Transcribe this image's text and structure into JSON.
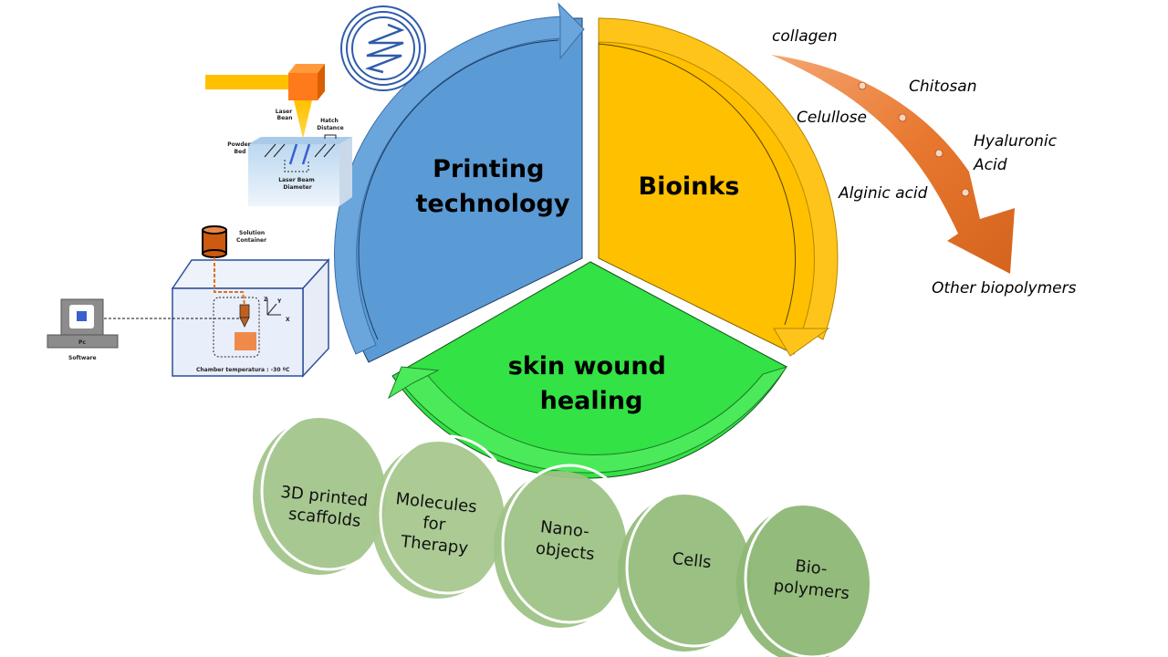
{
  "title": "3D bioprinting for skin wound healing",
  "colors": {
    "printing": "#5b9bd5",
    "bioinks": "#ffc000",
    "healing": "#33e244",
    "polymer_arrow": "#e46c21",
    "circles": "#9dc383",
    "outline": "#2e5caa"
  },
  "cycle": {
    "segments": [
      {
        "label_lines": [
          "Printing",
          "technology"
        ]
      },
      {
        "label_lines": [
          "Bioinks"
        ]
      },
      {
        "label_lines": [
          "skin wound",
          "healing"
        ]
      }
    ]
  },
  "biopolymers": {
    "items": [
      {
        "label": "collagen"
      },
      {
        "label": "Chitosan"
      },
      {
        "label": "Celullose"
      },
      {
        "label": "Hyaluronic Acid",
        "lines": [
          "Hyaluronic",
          "Acid"
        ]
      },
      {
        "label": "Alginic acid"
      },
      {
        "label": "Other biopolymers"
      }
    ]
  },
  "components": {
    "items": [
      {
        "lines": [
          "3D printed",
          "scaffolds"
        ]
      },
      {
        "lines": [
          "Molecules",
          "for",
          "Therapy"
        ]
      },
      {
        "lines": [
          "Nano-",
          "objects"
        ]
      },
      {
        "lines": [
          "Cells"
        ]
      },
      {
        "lines": [
          "Bio-",
          "polymers"
        ]
      }
    ]
  },
  "laser_diagram": {
    "laser_beam": [
      "Laser",
      "Bean"
    ],
    "hatch_distance": [
      "Hatch",
      "Distance"
    ],
    "powder_bed": [
      "Powder",
      "Bed"
    ],
    "beam_diameter": [
      "Laser Beam",
      "Diameter"
    ]
  },
  "extrusion_diagram": {
    "solution_container": [
      "Solution",
      "Container"
    ],
    "pc_label": "Pc",
    "software_label": "Software",
    "chamber_label": "Chamber temperatura : -30 ºC",
    "axes": {
      "x": "X",
      "y": "Y",
      "z": "Z"
    }
  }
}
